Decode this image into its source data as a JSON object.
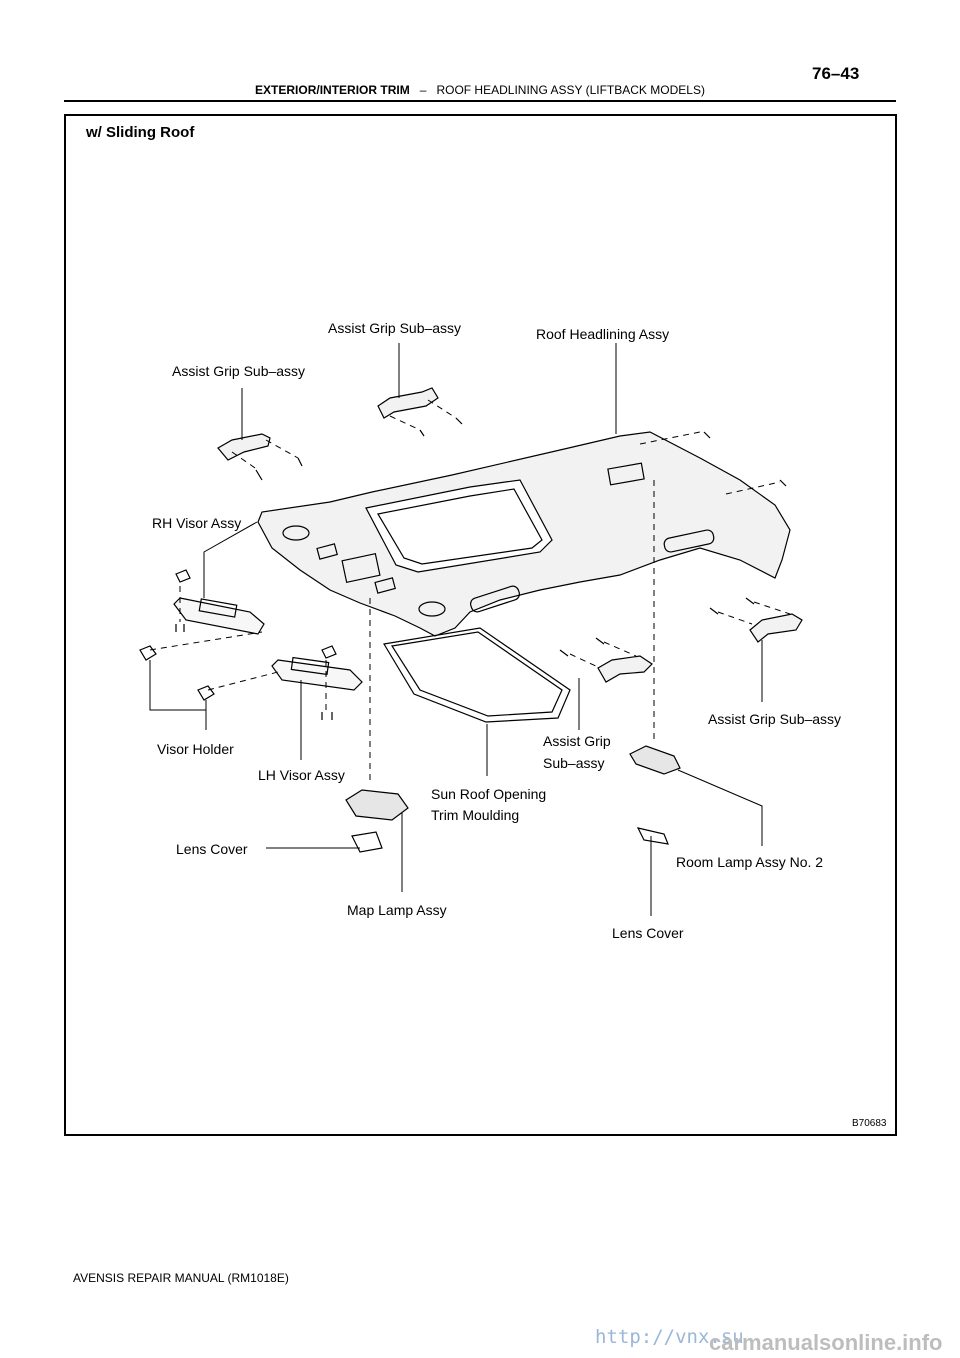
{
  "header": {
    "page_number": "76–43",
    "section": "EXTERIOR/INTERIOR TRIM",
    "separator": "–",
    "subsection": "ROOF HEADLINING ASSY (LIFTBACK MODELS)"
  },
  "figure": {
    "title": "w/ Sliding Roof",
    "code": "B70683",
    "labels": {
      "assist_grip_top": "Assist Grip Sub–assy",
      "roof_headlining": "Roof Headlining Assy",
      "assist_grip_left": "Assist Grip Sub–assy",
      "rh_visor": "RH Visor Assy",
      "assist_grip_right": "Assist Grip Sub–assy",
      "visor_holder": "Visor Holder",
      "assist_grip_mid_line1": "Assist Grip",
      "assist_grip_mid_line2": "Sub–assy",
      "lh_visor": "LH Visor Assy",
      "sun_roof_line1": "Sun Roof Opening",
      "sun_roof_line2": "Trim Moulding",
      "lens_cover_left": "Lens Cover",
      "room_lamp": "Room Lamp Assy No. 2",
      "map_lamp": "Map Lamp Assy",
      "lens_cover_right": "Lens Cover"
    }
  },
  "footer": {
    "manual": "AVENSIS REPAIR MANUAL   (RM1018E)"
  },
  "watermark": {
    "url": "http://vnx.su",
    "site": "carmanualsonline.info"
  }
}
